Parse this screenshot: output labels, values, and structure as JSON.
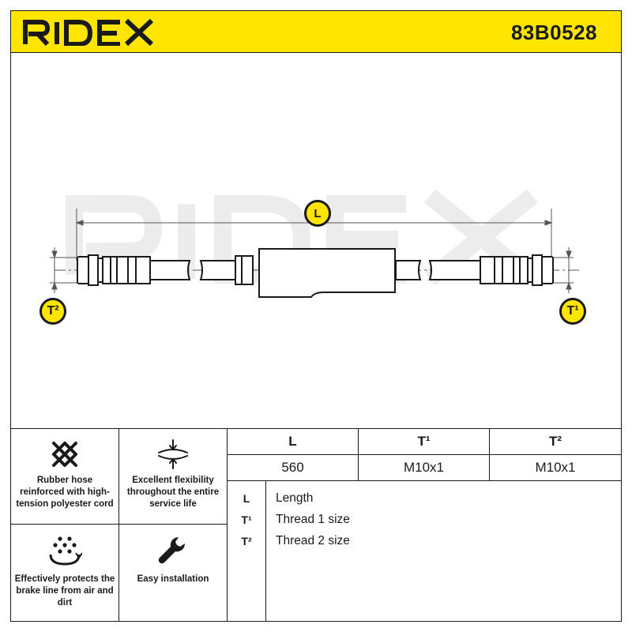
{
  "header": {
    "brand": "RIDEX",
    "part_number": "83B0528",
    "background_color": "#ffe500"
  },
  "drawing": {
    "watermark": "RIDEX",
    "dimension_labels": {
      "length": "L",
      "thread_right": "T¹",
      "thread_left": "T²"
    }
  },
  "features": [
    {
      "icon": "crosshatch-mesh-icon",
      "text": "Rubber hose reinforced with high-tension polyester cord"
    },
    {
      "icon": "flexibility-arrows-icon",
      "text": "Excellent flexibility throughout the entire service life"
    },
    {
      "icon": "protection-dots-icon",
      "text": "Effectively protects the brake line from air and dirt"
    },
    {
      "icon": "wrench-icon",
      "text": "Easy installation"
    }
  ],
  "spec_table": {
    "headers": [
      "L",
      "T¹",
      "T²"
    ],
    "values": [
      "560",
      "M10x1",
      "M10x1"
    ]
  },
  "legend": [
    {
      "symbol": "L",
      "description": "Length"
    },
    {
      "symbol": "T¹",
      "description": "Thread 1 size"
    },
    {
      "symbol": "T²",
      "description": "Thread 2 size"
    }
  ]
}
